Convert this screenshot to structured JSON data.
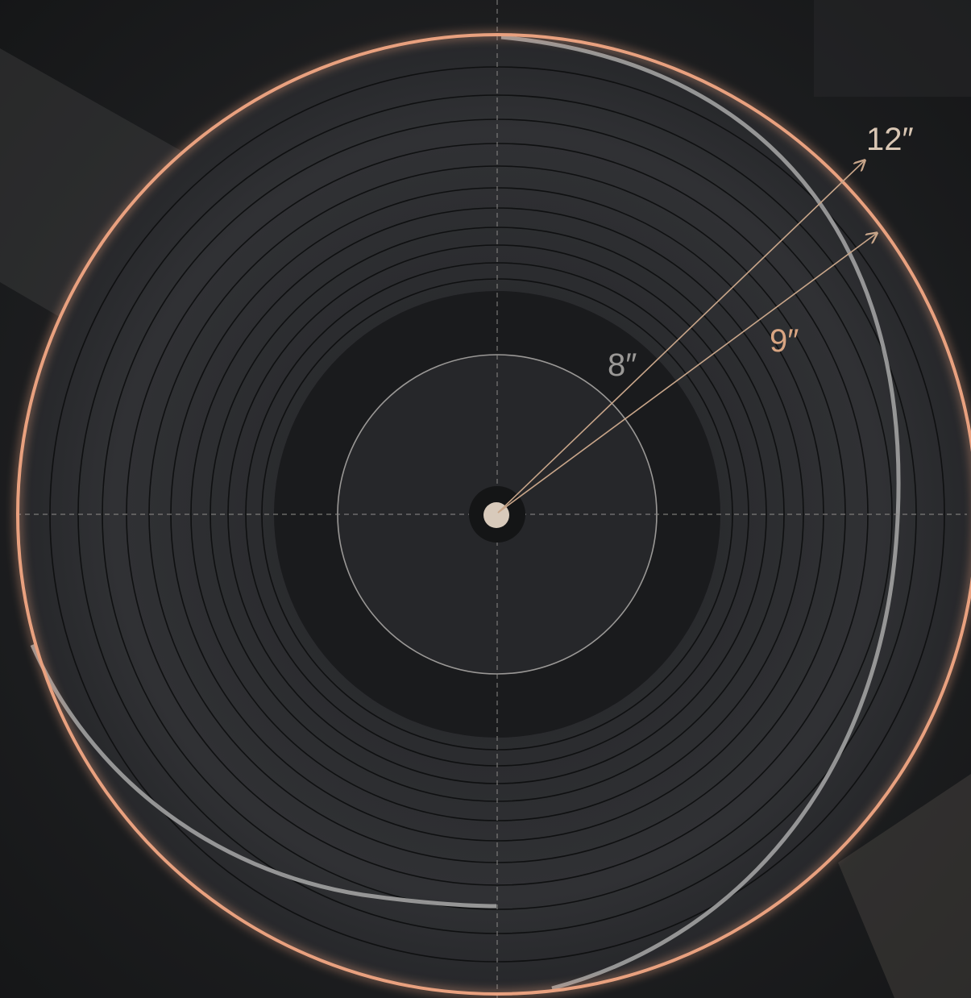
{
  "labels": {
    "outer": "12″",
    "mid": "9″",
    "inner": "8″"
  },
  "colors": {
    "background": "#1c1d1f",
    "record": "#2b2c2f",
    "label_area": "#1a1b1d",
    "accent": "#e9a17f",
    "arrow": "#c9a68a",
    "groove": "#0f1011",
    "guide": "#8c8a88",
    "spindle": "#d8cabb",
    "light_band": "#a8a8a8"
  }
}
